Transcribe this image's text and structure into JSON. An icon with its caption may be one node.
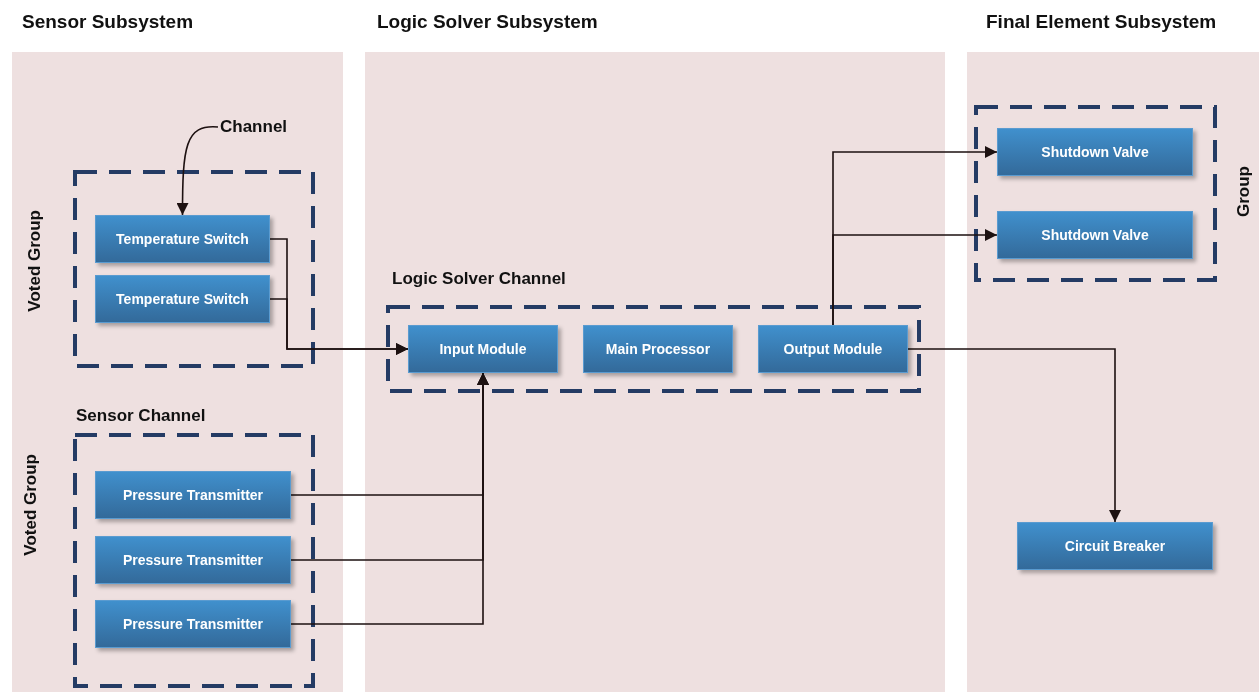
{
  "diagram": {
    "nodes": [
      {
        "text": [
          "Sensor Subsystem"
        ]
      },
      {
        "text": [
          "Voted Group"
        ],
        "in": 0
      },
      {
        "text": [
          "Temperature Switch"
        ],
        "in": 1
      },
      {
        "text": [
          "Temperature Switch"
        ],
        "in": 1
      },
      {
        "text": [
          "Sensor Channel",
          "Voted Group"
        ],
        "in": 0
      },
      {
        "text": [
          "Pressure Transmitter"
        ],
        "in": 4
      },
      {
        "text": [
          "Pressure Transmitter"
        ],
        "in": 4
      },
      {
        "text": [
          "Pressure Transmitter"
        ],
        "in": 4
      },
      {
        "text": [
          "Channel"
        ],
        "in": 0
      },
      {
        "text": [
          "Logic Solver Subsystem"
        ]
      },
      {
        "text": [
          "Logic Solver Channel"
        ],
        "in": 9
      },
      {
        "text": [
          "Input Module"
        ],
        "in": 10
      },
      {
        "text": [
          "Main Processor"
        ],
        "in": 10
      },
      {
        "text": [
          "Output Module"
        ],
        "in": 10
      },
      {
        "text": [
          "Final Element Subsystem"
        ]
      },
      {
        "text": [
          "Group"
        ],
        "in": 14
      },
      {
        "text": [
          "Shutdown Valve"
        ],
        "in": 15
      },
      {
        "text": [
          "Shutdown Valve"
        ],
        "in": 15
      },
      {
        "text": [
          "Circuit Breaker"
        ],
        "in": 14
      }
    ],
    "edges": [
      {
        "from": 8,
        "to": 2,
        "arrow": "to"
      },
      {
        "from": 2,
        "to": 11,
        "arrow": "to"
      },
      {
        "from": 3,
        "to": 11,
        "arrow": "to"
      },
      {
        "from": 5,
        "to": 11,
        "arrow": "to"
      },
      {
        "from": 6,
        "to": 11,
        "arrow": "to"
      },
      {
        "from": 7,
        "to": 11,
        "arrow": "to"
      },
      {
        "from": 13,
        "to": 16,
        "arrow": "to"
      },
      {
        "from": 13,
        "to": 17,
        "arrow": "to"
      },
      {
        "from": 13,
        "to": 18,
        "arrow": "to"
      }
    ]
  }
}
